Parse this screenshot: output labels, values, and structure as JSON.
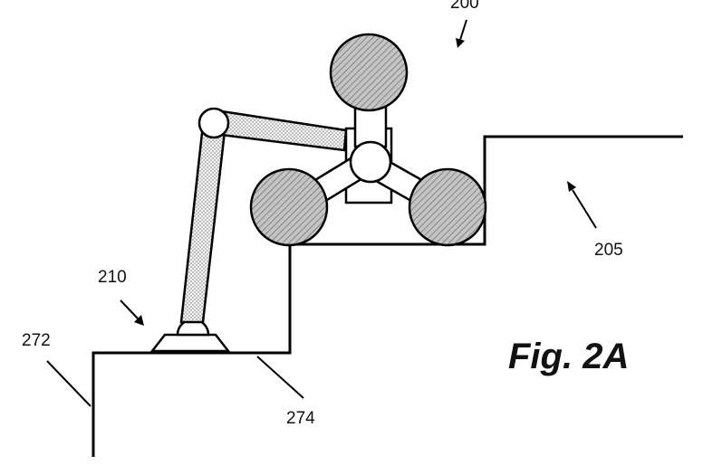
{
  "figure": {
    "caption": "Fig. 2A",
    "labels": {
      "robot": "200",
      "upper_step": "205",
      "manipulator": "210",
      "edge": "272",
      "lower_step": "274"
    }
  },
  "colors": {
    "ink": "#000000",
    "hatch_fill": "#c8c8c8",
    "arm_fill": "#e6e6e6",
    "background": "#ffffff"
  }
}
